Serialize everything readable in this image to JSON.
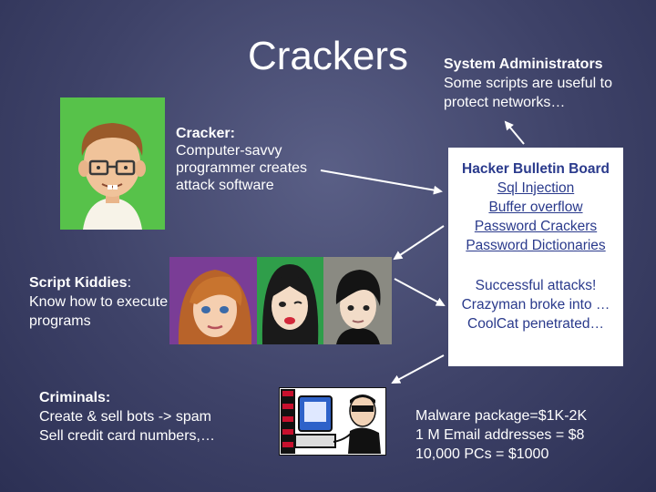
{
  "slide": {
    "title": "Crackers",
    "sysadmin": {
      "heading": "System Administrators",
      "text": "Some scripts are useful to protect networks…"
    },
    "cracker": {
      "heading": "Cracker:",
      "text": "Computer-savvy programmer creates attack software"
    },
    "kiddies": {
      "heading": "Script Kiddies",
      "colon": ":",
      "text": "Know how to execute programs"
    },
    "criminals": {
      "heading": "Criminals:",
      "line1": "Create & sell bots -> spam",
      "line2": "Sell credit card numbers,…"
    },
    "board": {
      "heading": "Hacker Bulletin Board",
      "links": [
        "Sql Injection",
        "Buffer overflow",
        "Password Crackers",
        "Password Dictionaries"
      ],
      "attacks": [
        "Successful attacks!",
        "Crazyman broke into …",
        "CoolCat penetrated…"
      ]
    },
    "malware": {
      "lines": [
        "Malware package=$1K-2K",
        "1 M Email addresses = $8",
        "10,000 PCs = $1000"
      ]
    }
  }
}
